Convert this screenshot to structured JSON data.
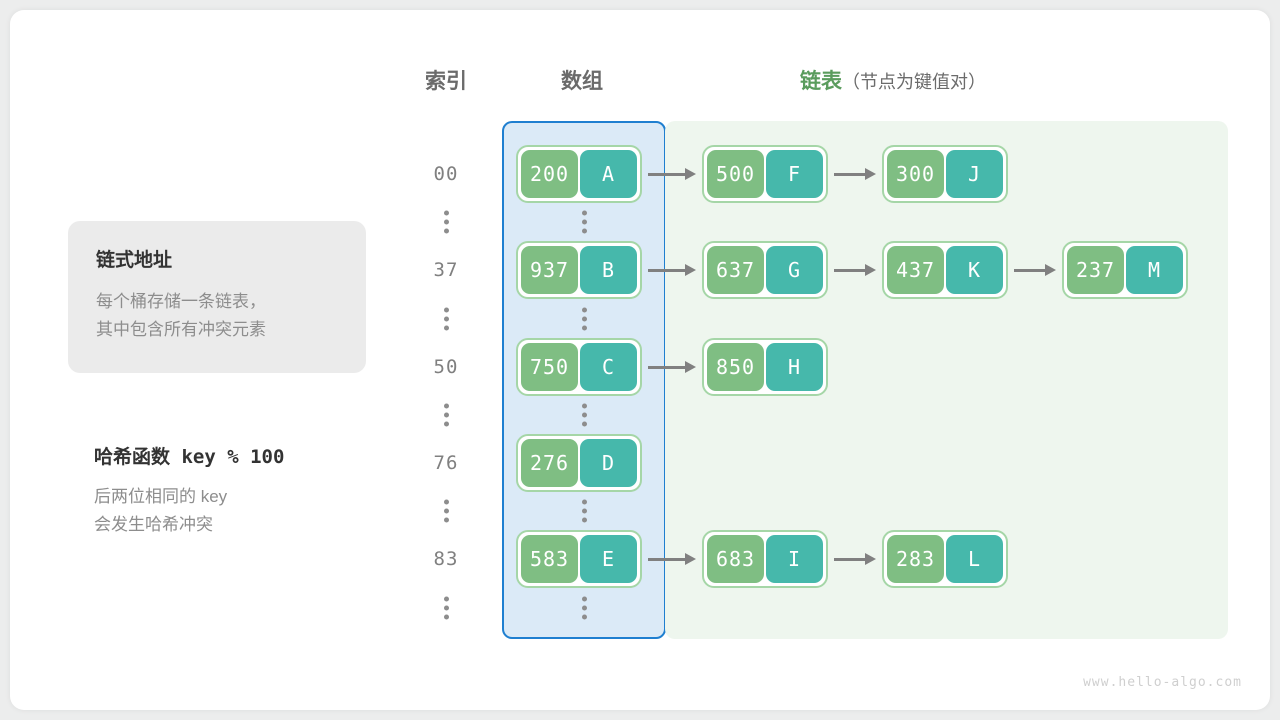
{
  "headers": {
    "index": "索引",
    "array": "数组",
    "list": "链表",
    "list_note": "（节点为键值对）"
  },
  "info_box": {
    "title": "链式地址",
    "line1": "每个桶存储一条链表，",
    "line2": "其中包含所有冲突元素"
  },
  "hash": {
    "title": "哈希函数 key % 100",
    "line1": "后两位相同的 key",
    "line2": "会发生哈希冲突"
  },
  "watermark": "www.hello-algo.com",
  "colors": {
    "array_panel_border": "#1f7fd0",
    "array_panel_fill": "#dbeaf7",
    "list_panel_fill": "#eef6ee",
    "node_border": "#a5d6a7",
    "key_cell": "#7fbe83",
    "value_cell": "#46b8ab",
    "arrow": "#808080",
    "header_gray": "#6b6b6b",
    "header_green": "#5a9c5d"
  },
  "buckets": [
    {
      "index": "00",
      "nodes": [
        {
          "key": "200",
          "value": "A"
        },
        {
          "key": "500",
          "value": "F"
        },
        {
          "key": "300",
          "value": "J"
        }
      ]
    },
    {
      "index": "37",
      "nodes": [
        {
          "key": "937",
          "value": "B"
        },
        {
          "key": "637",
          "value": "G"
        },
        {
          "key": "437",
          "value": "K"
        },
        {
          "key": "237",
          "value": "M"
        }
      ]
    },
    {
      "index": "50",
      "nodes": [
        {
          "key": "750",
          "value": "C"
        },
        {
          "key": "850",
          "value": "H"
        }
      ]
    },
    {
      "index": "76",
      "nodes": [
        {
          "key": "276",
          "value": "D"
        }
      ]
    },
    {
      "index": "83",
      "nodes": [
        {
          "key": "583",
          "value": "E"
        },
        {
          "key": "683",
          "value": "I"
        },
        {
          "key": "283",
          "value": "L"
        }
      ]
    }
  ],
  "ellipsis_glyph": "⋮"
}
